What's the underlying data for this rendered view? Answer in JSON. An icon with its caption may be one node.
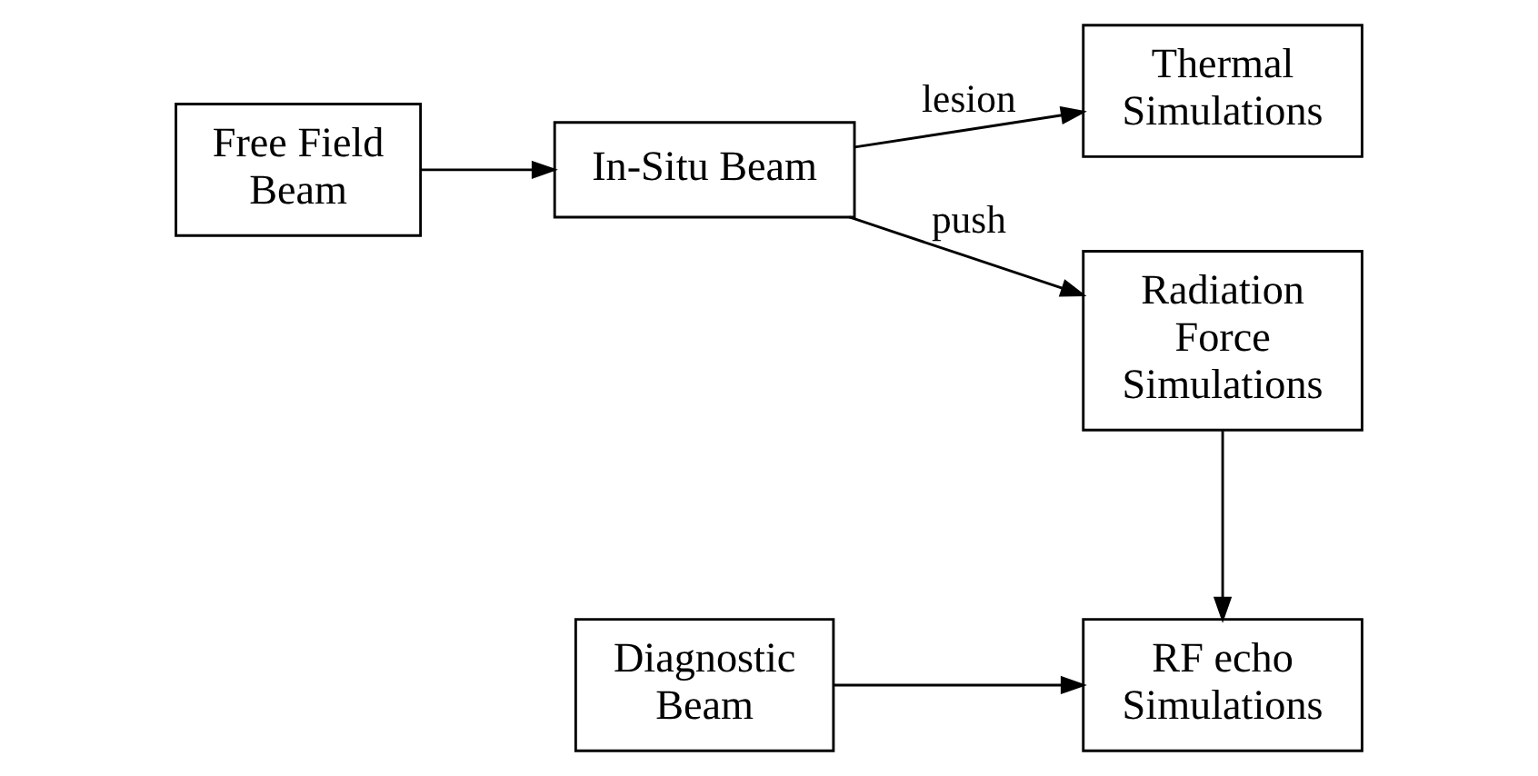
{
  "diagram": {
    "nodes": [
      {
        "text": [
          "Free Field Beam"
        ]
      },
      {
        "text": [
          "In-Situ Beam"
        ]
      },
      {
        "text": [
          "Thermal Simulations"
        ]
      },
      {
        "text": [
          "Radiation Force Simulations"
        ]
      },
      {
        "text": [
          "Diagnostic Beam"
        ]
      },
      {
        "text": [
          "RF echo Simulations"
        ]
      }
    ],
    "edges": [
      {
        "from": 0,
        "to": 1,
        "arrow": "to"
      },
      {
        "from": 1,
        "to": 2,
        "arrow": "to",
        "label": "lesion"
      },
      {
        "from": 1,
        "to": 3,
        "arrow": "to",
        "label": "push"
      },
      {
        "from": 3,
        "to": 5,
        "arrow": "to"
      },
      {
        "from": 4,
        "to": 5,
        "arrow": "to"
      }
    ]
  }
}
